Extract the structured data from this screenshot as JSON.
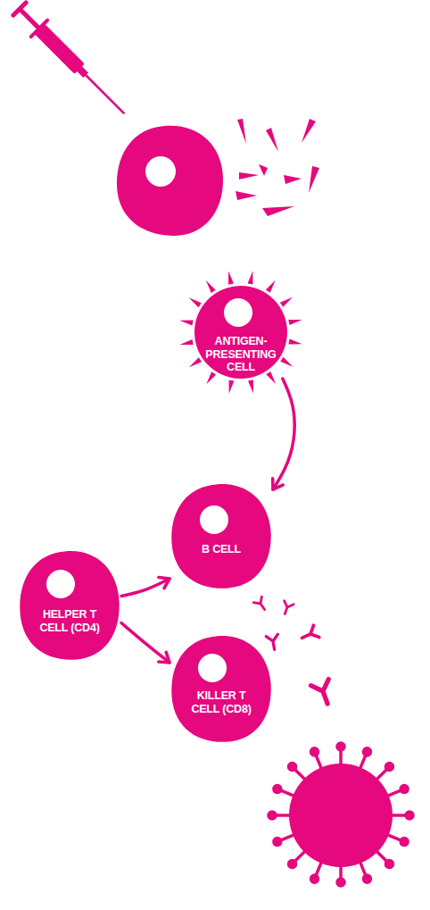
{
  "diagram": {
    "nodes": [
      {
        "text": [
          "ANTIGEN- PRESENTING CELL"
        ]
      },
      {
        "text": [
          "B CELL"
        ]
      },
      {
        "text": [
          "HELPER T CELL (CD4)"
        ]
      },
      {
        "text": [
          "KILLER T CELL (CD8)"
        ]
      }
    ],
    "edges": [
      {
        "from": 0,
        "to": 1,
        "arrow": "to"
      },
      {
        "from": 2,
        "to": 1,
        "arrow": "to"
      },
      {
        "from": 2,
        "to": 3,
        "arrow": "to"
      }
    ]
  }
}
